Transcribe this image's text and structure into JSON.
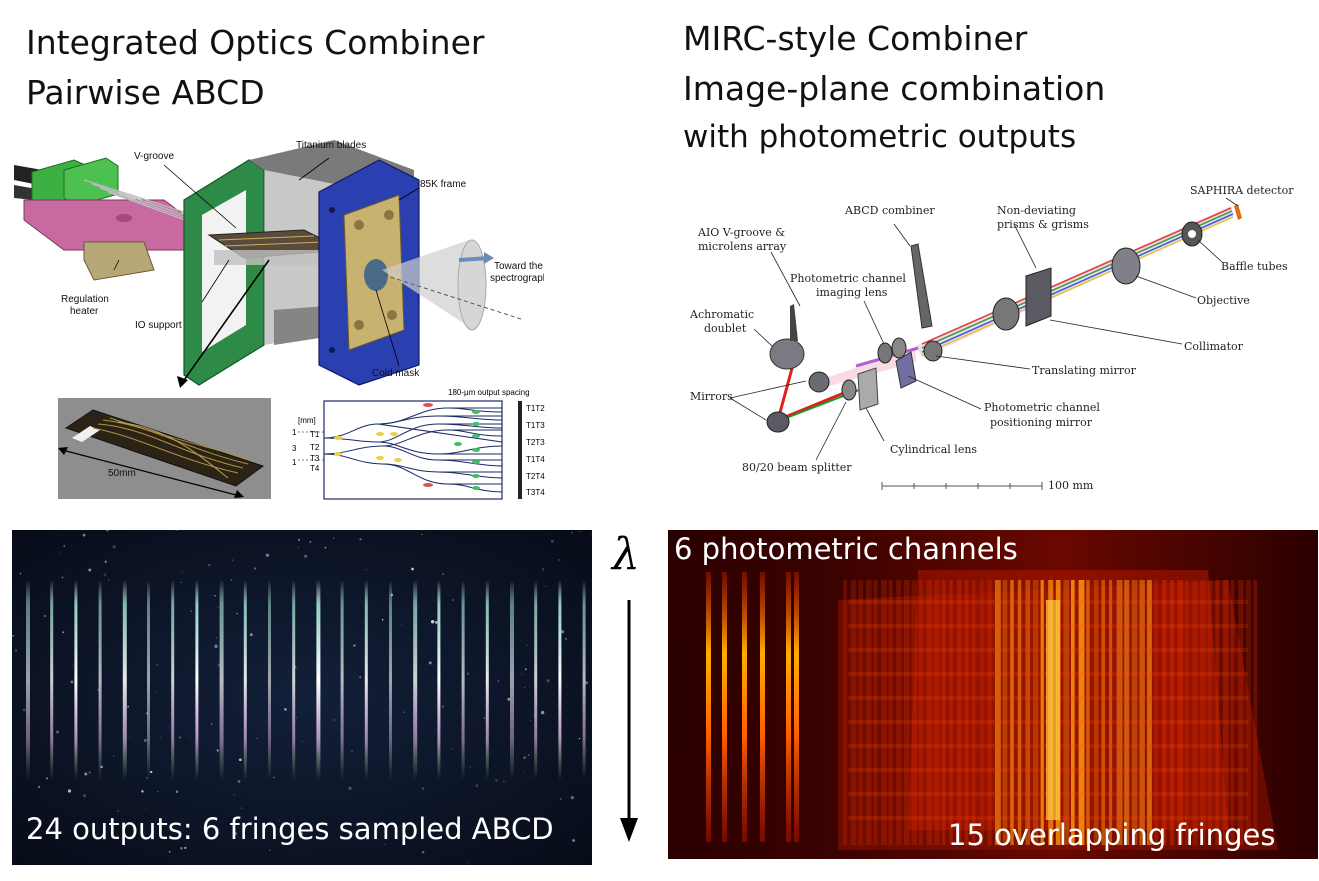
{
  "left": {
    "title_line1": "Integrated Optics Combiner",
    "title_line2": "Pairwise ABCD",
    "cad_labels": {
      "vgroove": "V-groove",
      "titanium": "Titanium blades",
      "frame": "85K frame",
      "toward": "Toward the",
      "spectrograph": "spectrograph",
      "regulation": "Regulation",
      "heater": "heater",
      "io_support": "IO support",
      "cold_mask": "Cold mask"
    },
    "chip_dimension": "50mm",
    "waveguide": {
      "spacing_label": "180-µm output spacing",
      "inputs": [
        "T1",
        "T2",
        "T3",
        "T4"
      ],
      "input_dims": [
        "1",
        "3",
        "1",
        "[mm]"
      ],
      "outputs": [
        "T1T2",
        "T1T3",
        "T2T3",
        "T1T4",
        "T2T4",
        "T3T4"
      ]
    },
    "detector_caption": "24 outputs: 6 fringes sampled ABCD"
  },
  "right": {
    "title_line1": "MIRC-style Combiner",
    "title_line2": "Image-plane combination",
    "title_line3": "with photometric outputs",
    "labels": {
      "saphira": "SAPHIRA detector",
      "abcd": "ABCD combiner",
      "nondev1": "Non-deviating",
      "nondev2": "prisms & grisms",
      "aio1": "AIO V-groove &",
      "aio2": "microlens array",
      "baffle": "Baffle tubes",
      "phot_img1": "Photometric channel",
      "phot_img2": "imaging lens",
      "objective": "Objective",
      "achro1": "Achromatic",
      "achro2": "doublet",
      "collimator": "Collimator",
      "translating": "Translating mirror",
      "mirrors": "Mirrors",
      "phot_pos1": "Photometric channel",
      "phot_pos2": "positioning mirror",
      "cylindrical": "Cylindrical lens",
      "splitter": "80/20 beam splitter",
      "scale": "100 mm"
    },
    "detector_top": "6 photometric channels",
    "detector_bottom": "15 overlapping fringes"
  },
  "wavelength_symbol": "λ",
  "colors": {
    "frame_blue": "#2a3fb0",
    "frame_green": "#2e8b47",
    "laser_red": "#e0201c",
    "fringe_bg": "#0a1020",
    "heat_bg": "#3a0000"
  }
}
